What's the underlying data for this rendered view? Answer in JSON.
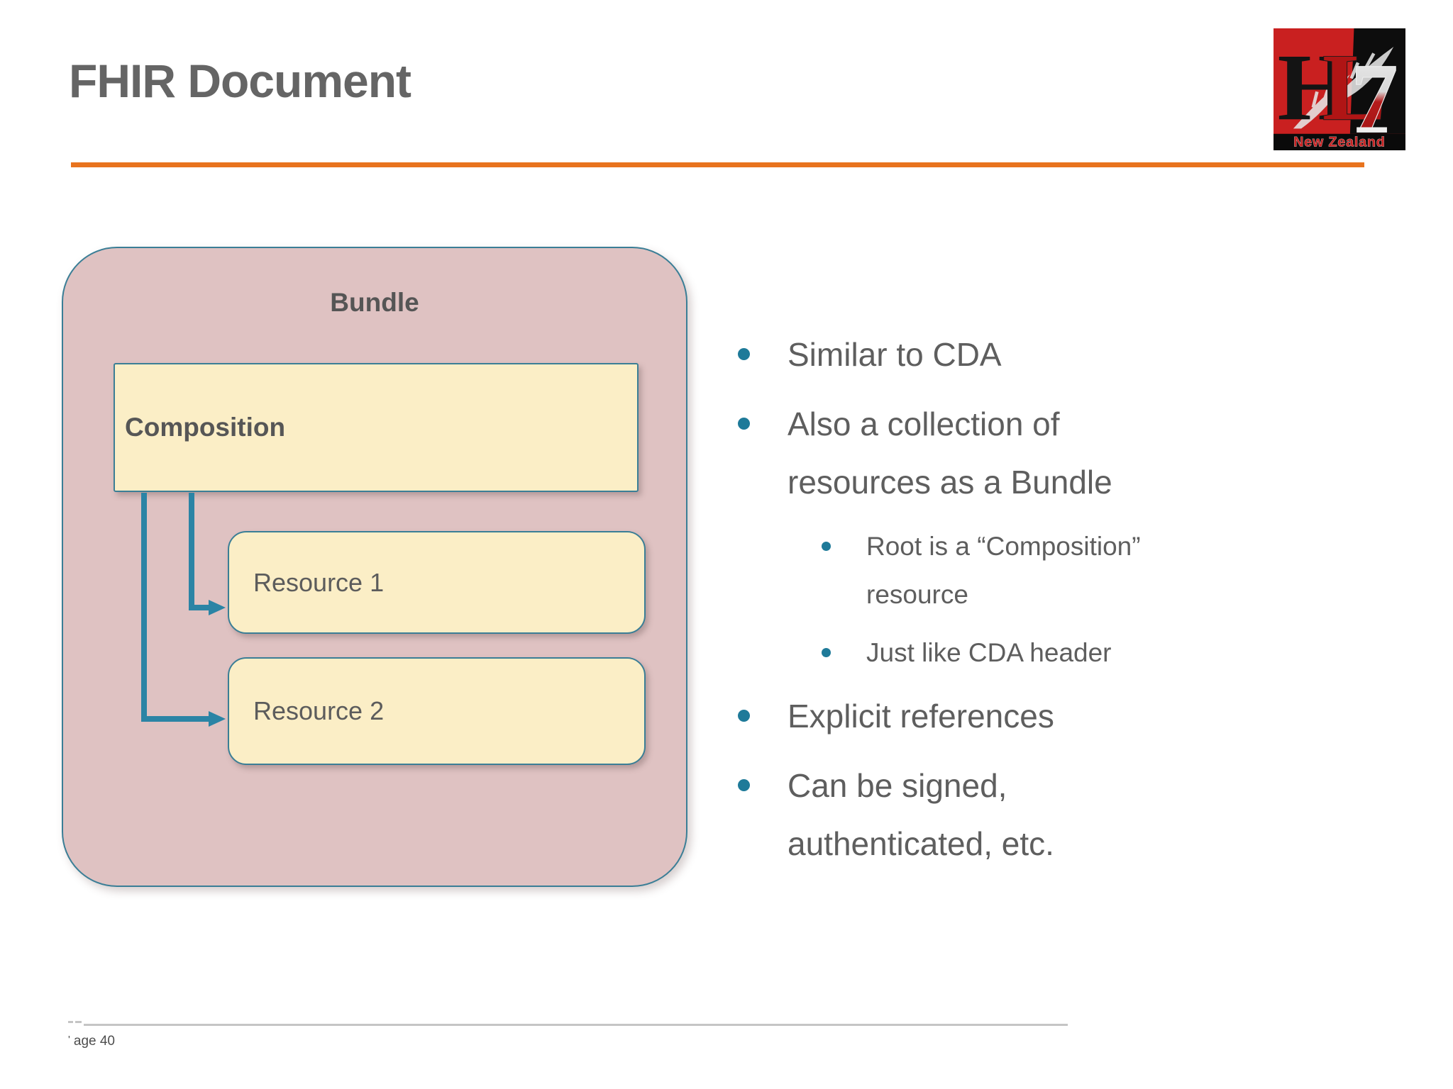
{
  "slide": {
    "title": "FHIR Document",
    "page_prefix": "'",
    "page_label": "age 40"
  },
  "logo": {
    "letter_h": "H",
    "letter_l": "L",
    "digit_7": "7",
    "caption": "New Zealand"
  },
  "diagram": {
    "bundle_label": "Bundle",
    "composition_label": "Composition",
    "resource1_label": "Resource 1",
    "resource2_label": "Resource 2"
  },
  "bullets": {
    "items": [
      {
        "level": 1,
        "text": "Similar to CDA"
      },
      {
        "level": 1,
        "text": "Also a collection of resources as a Bundle"
      },
      {
        "level": 2,
        "text": "Root is a “Composition” resource"
      },
      {
        "level": 2,
        "text": "Just like CDA header"
      },
      {
        "level": 1,
        "text": "Explicit references"
      },
      {
        "level": 1,
        "text": "Can be signed, authenticated, etc."
      }
    ]
  },
  "colors": {
    "accent_orange": "#E8731E",
    "teal": "#2B84A5",
    "bundle_pink": "#DFC2C2",
    "box_yellow": "#FBEEC6",
    "text_gray": "#5E5E5E",
    "logo_red": "#C92020"
  }
}
